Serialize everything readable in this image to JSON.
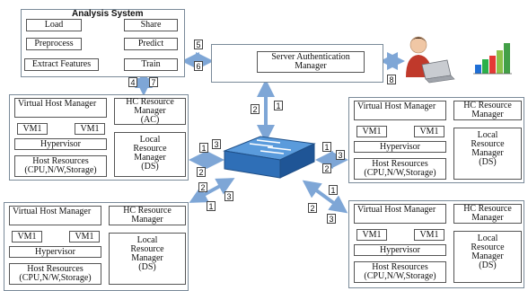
{
  "analysis": {
    "title": "Analysis System",
    "load": "Load",
    "share": "Share",
    "preprocess": "Preprocess",
    "predict": "Predict",
    "extract": "Extract Features",
    "train": "Train"
  },
  "server": {
    "label_line1": "Server Authentication",
    "label_line2": "Manager"
  },
  "hosts": [
    {
      "vhm": "Virtual Host Manager",
      "vm1a": "VM1",
      "vm1b": "VM1",
      "hypervisor": "Hypervisor",
      "resources_line1": "Host Resources",
      "resources_line2": "(CPU,N/W,Storage)",
      "hc_line1": "HC Resource",
      "hc_line2": "Manager",
      "hc_line3": "(AC)",
      "lrm_line1": "Local",
      "lrm_line2": "Resource",
      "lrm_line3": "Manager",
      "lrm_line4": "(DS)"
    },
    {
      "vhm": "Virtual Host Manager",
      "vm1a": "VM1",
      "vm1b": "VM1",
      "hypervisor": "Hypervisor",
      "resources_line1": "Host Resources",
      "resources_line2": "(CPU,N/W,Storage)",
      "hc_line1": "HC Resource",
      "hc_line2": "Manager",
      "hc_line3": "",
      "lrm_line1": "Local",
      "lrm_line2": "Resource",
      "lrm_line3": "Manager",
      "lrm_line4": "(DS)"
    },
    {
      "vhm": "Virtual Host Manager",
      "vm1a": "VM1",
      "vm1b": "VM1",
      "hypervisor": "Hypervisor",
      "resources_line1": "Host Resources",
      "resources_line2": "(CPU,N/W,Storage)",
      "hc_line1": "HC Resource",
      "hc_line2": "Manager",
      "hc_line3": "",
      "lrm_line1": "Local",
      "lrm_line2": "Resource",
      "lrm_line3": "Manager",
      "lrm_line4": "(DS)"
    },
    {
      "vhm": "Virtual Host Manager",
      "vm1a": "VM1",
      "vm1b": "VM1",
      "hypervisor": "Hypervisor",
      "resources_line1": "Host Resources",
      "resources_line2": "(CPU,N/W,Storage)",
      "hc_line1": "HC Resource",
      "hc_line2": "Manager",
      "hc_line3": "",
      "lrm_line1": "Local",
      "lrm_line2": "Resource",
      "lrm_line3": "Manager",
      "lrm_line4": "(DS)"
    }
  ],
  "labels": {
    "n1": "1",
    "n2": "2",
    "n3": "3",
    "n4": "4",
    "n5": "5",
    "n6": "6",
    "n7": "7",
    "n8": "8"
  },
  "icons": {
    "switch": "network-switch-icon",
    "server": "server-device-icon",
    "user": "user-laptop-icon",
    "chart": "bar-chart-icon"
  },
  "colors": {
    "arrow": "#7ea6d6",
    "switch": "#2f6fb7",
    "frame": "#7a8a99"
  }
}
